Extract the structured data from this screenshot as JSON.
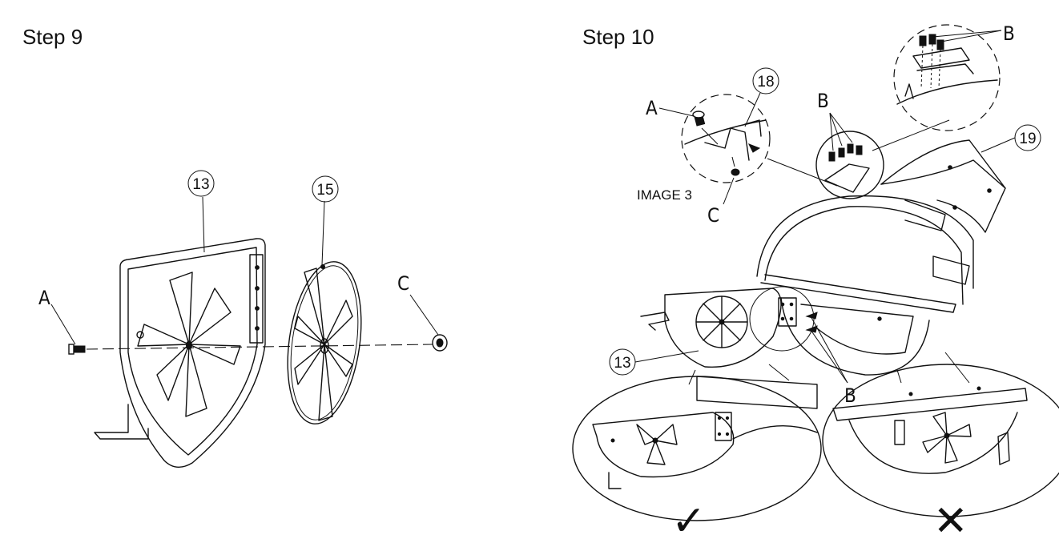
{
  "steps": [
    {
      "title": "Step 9"
    },
    {
      "title": "Step 10"
    }
  ],
  "step9": {
    "part_13": "13",
    "part_15": "15",
    "label_a": "A",
    "label_c": "C"
  },
  "step10": {
    "part_18": "18",
    "part_19": "19",
    "part_13": "13",
    "label_a": "A",
    "label_b_detail": "B",
    "label_b_top": "B",
    "label_b_hinge": "B",
    "label_c": "C",
    "image_caption": "IMAGE 3",
    "correct_mark": "✓",
    "wrong_mark": "✕"
  }
}
